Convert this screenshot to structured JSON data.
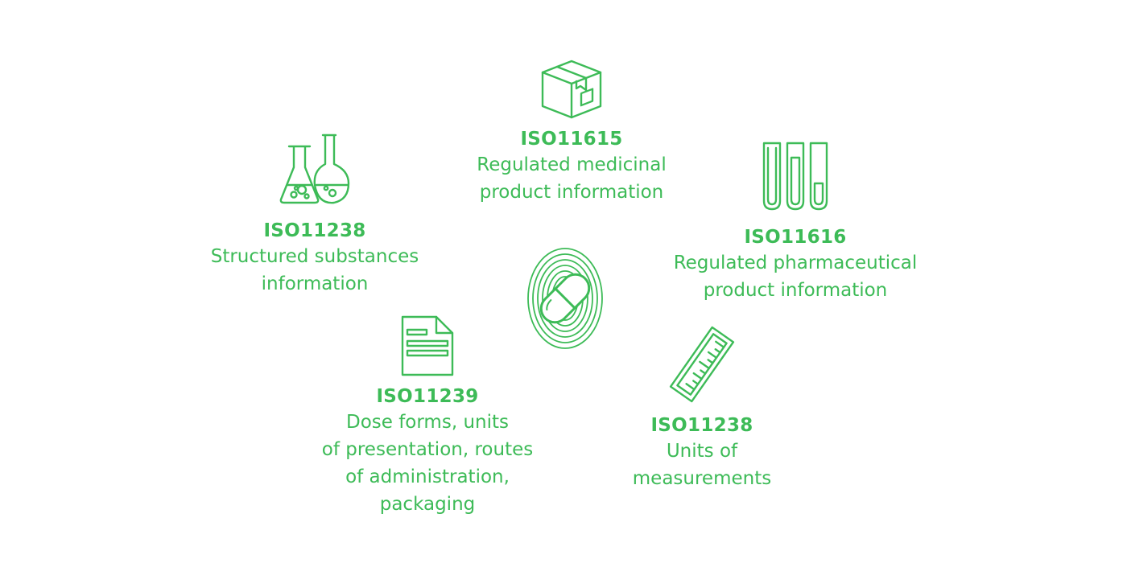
{
  "center": {
    "icon": "fingerprint-capsule-icon"
  },
  "nodes": [
    {
      "id": "iso11615",
      "icon": "package-box-icon",
      "code": "ISO11615",
      "description": "Regulated medicinal\nproduct information"
    },
    {
      "id": "iso11238-substances",
      "icon": "lab-flasks-icon",
      "code": "ISO11238",
      "description": "Structured substances\ninformation"
    },
    {
      "id": "iso11616",
      "icon": "test-tubes-icon",
      "code": "ISO11616",
      "description": "Regulated pharmaceutical\nproduct information"
    },
    {
      "id": "iso11239",
      "icon": "document-icon",
      "code": "ISO11239",
      "description": "Dose forms, units\nof presentation, routes\nof administration,\npackaging"
    },
    {
      "id": "iso11238-units",
      "icon": "ruler-icon",
      "code": "ISO11238",
      "description": "Units of\nmeasurements"
    }
  ],
  "colors": {
    "accent": "#3dbb57",
    "background": "#ffffff"
  }
}
